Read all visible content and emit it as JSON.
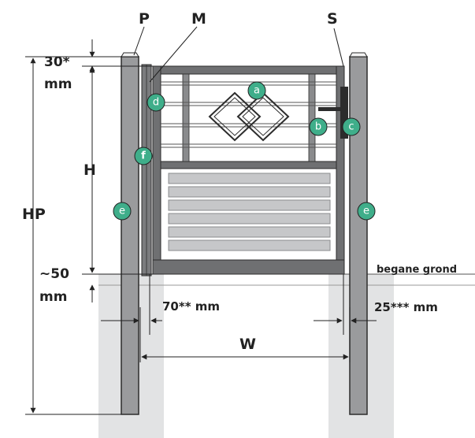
{
  "colors": {
    "post": "#9a9b9d",
    "post_stroke": "#2c2c2c",
    "frame": "#6f7072",
    "ground_zone": "#e2e3e4",
    "badge": "#3fae8a",
    "slat": "#c6c7c9",
    "line": "#222222"
  },
  "labels": {
    "P": "P",
    "M": "M",
    "S": "S",
    "top_gap_value": "30*",
    "top_gap_unit": "mm",
    "H": "H",
    "HP": "HP",
    "bottom_gap_value": "~50",
    "bottom_gap_unit": "mm",
    "gap_hinge": "70** mm",
    "gap_latch": "25*** mm",
    "W": "W",
    "ground": "begane grond"
  },
  "badges": {
    "a": "a",
    "b": "b",
    "c": "c",
    "d": "d",
    "e": "e",
    "f": "f"
  }
}
